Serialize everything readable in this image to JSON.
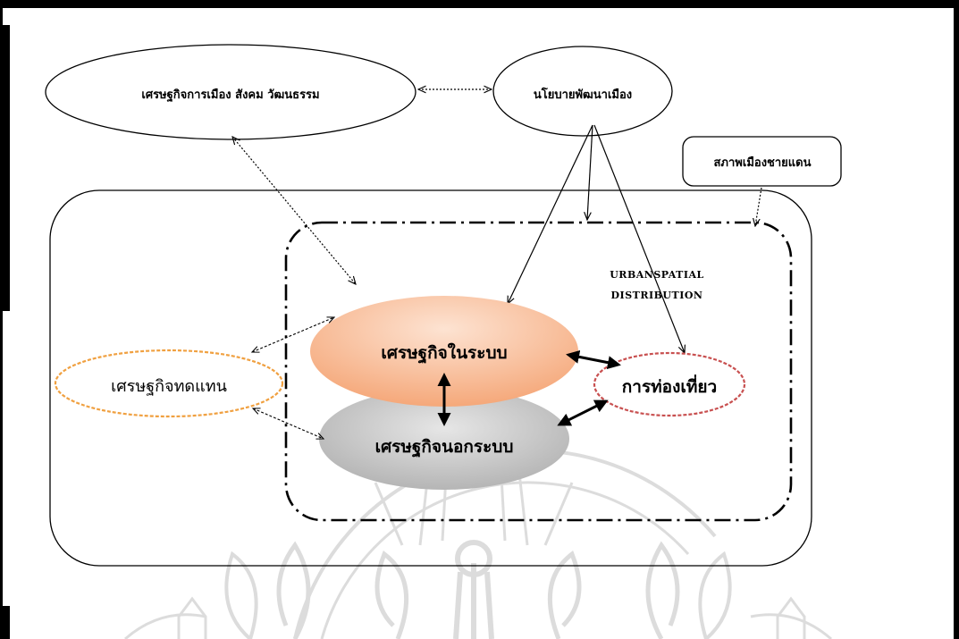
{
  "nodes": {
    "econ_politics_society_culture": "เศรษฐกิจการเมือง   สังคม วัฒนธรรม",
    "urban_dev_policy": "นโยบายพัฒนาเมือง",
    "border_city_condition": "สภาพเมืองชายแดน",
    "formal_economy": "เศรษฐกิจในระบบ",
    "informal_economy": "เศรษฐกิจนอกระบบ",
    "substitute_economy": "เศรษฐกิจทดแทน",
    "tourism": "การท่องเที่ยว"
  },
  "region_label": {
    "line1": "URBANSPATIAL",
    "line2": "DISTRIBUTION"
  },
  "colors": {
    "formal_economy_fill": "#f5a87a",
    "informal_economy_fill": "#b9b9b9",
    "substitute_border": "#f0a040",
    "tourism_border": "#c85050",
    "watermark": "#d9d9d9"
  },
  "watermark": "university-seal-watermark"
}
